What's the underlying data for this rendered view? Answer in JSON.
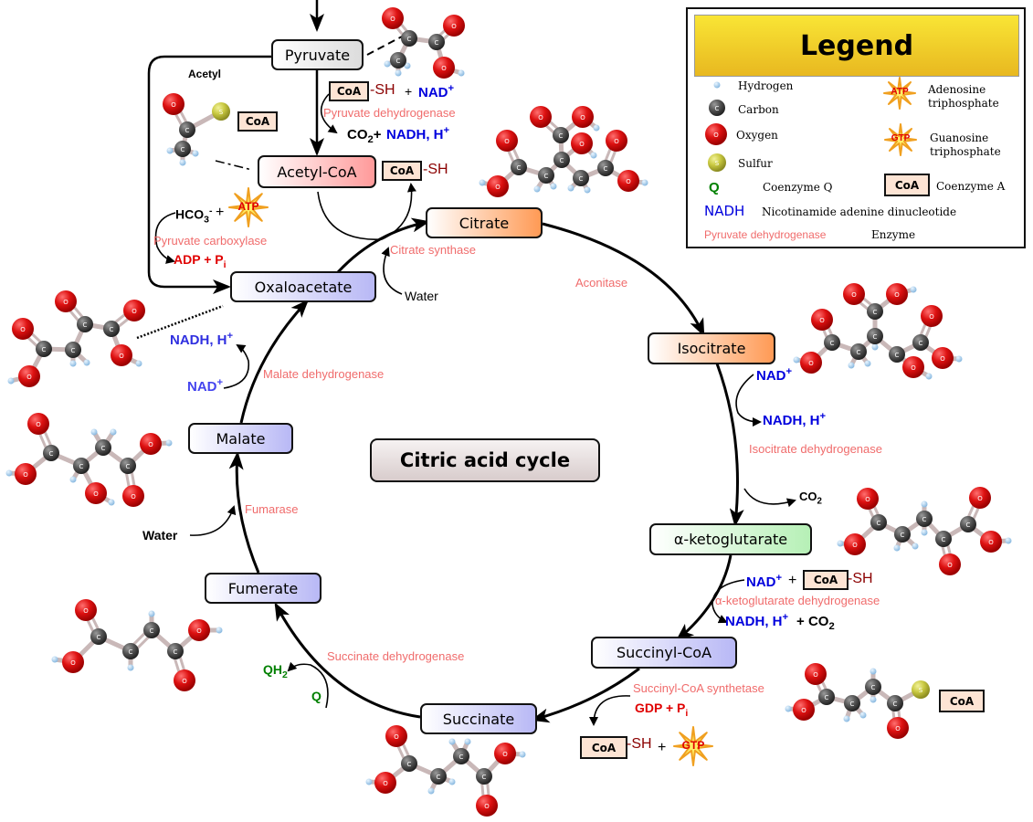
{
  "legend": {
    "title": "Legend",
    "items": [
      {
        "symbol": "hydrogen-atom",
        "label": "Hydrogen"
      },
      {
        "symbol": "carbon-atom",
        "label": "Carbon"
      },
      {
        "symbol": "oxygen-atom",
        "label": "Oxygen"
      },
      {
        "symbol": "sulfur-atom",
        "label": "Sulfur"
      },
      {
        "symbol": "Q",
        "label": "Coenzyme Q"
      },
      {
        "symbol": "NADH",
        "label": "Nicotinamide adenine dinucleotide"
      },
      {
        "symbol": "Pyruvate dehydrogenase",
        "label": "Enzyme"
      },
      {
        "symbol": "ATP",
        "label": "Adenosine triphosphate"
      },
      {
        "symbol": "GTP",
        "label": "Guanosine triphosphate"
      },
      {
        "symbol": "CoA",
        "label": "Coenzyme A"
      }
    ],
    "atom_letters": {
      "carbon": "C",
      "oxygen": "O",
      "sulfur": "S"
    }
  },
  "title": "Citric acid cycle",
  "nodes": {
    "pyruvate": "Pyruvate",
    "acetyl_coa": "Acetyl-CoA",
    "citrate": "Citrate",
    "isocitrate": "Isocitrate",
    "alpha_ketoglutarate": "α-ketoglutarate",
    "succinyl_coa": "Succinyl-CoA",
    "succinate": "Succinate",
    "fumerate": "Fumerate",
    "malate": "Malate",
    "oxaloacetate": "Oxaloacetate"
  },
  "enzymes": {
    "pyruvate_dehydrogenase": "Pyruvate dehydrogenase",
    "pyruvate_carboxylase": "Pyruvate carboxylase",
    "citrate_synthase": "Citrate synthase",
    "aconitase": "Aconitase",
    "isocitrate_dehydrogenase": "Isocitrate dehydrogenase",
    "akg_dehydrogenase": "α-ketoglutarate dehydrogenase",
    "succinyl_coa_synthetase": "Succinyl-CoA synthetase",
    "succinate_dehydrogenase": "Succinate dehydrogenase",
    "fumarase": "Fumarase",
    "malate_dehydrogenase": "Malate dehydrogenase"
  },
  "labels": {
    "acetyl": "Acetyl",
    "coa": "CoA",
    "sh": "-SH",
    "plus": "+",
    "nad": "NAD",
    "nadh_h": "NADH, H",
    "sup_plus": "+",
    "co": "CO",
    "sub_2": "2",
    "hco": "HCO",
    "hco_sub": "3",
    "hco_sup": "-",
    "atp": "ATP",
    "gtp": "GTP",
    "adp_pi": "ADP + P",
    "gdp_pi": "GDP + P",
    "pi_sub": "i",
    "water": "Water",
    "q": "Q",
    "qh": "QH"
  },
  "colors": {
    "enzyme": "#f06c6c",
    "nad": "#0000dd",
    "coenzyme_q": "#008000",
    "phosphate": "#e00000",
    "sh": "#8b0000",
    "coa_fill": "#fde4d4",
    "oxygen": "#dd1111",
    "carbon": "#555555",
    "hydrogen": "#a8d0f0",
    "sulfur": "#c8c840",
    "bond": "#c9b8b8",
    "legend_header": "#f2d02a"
  }
}
